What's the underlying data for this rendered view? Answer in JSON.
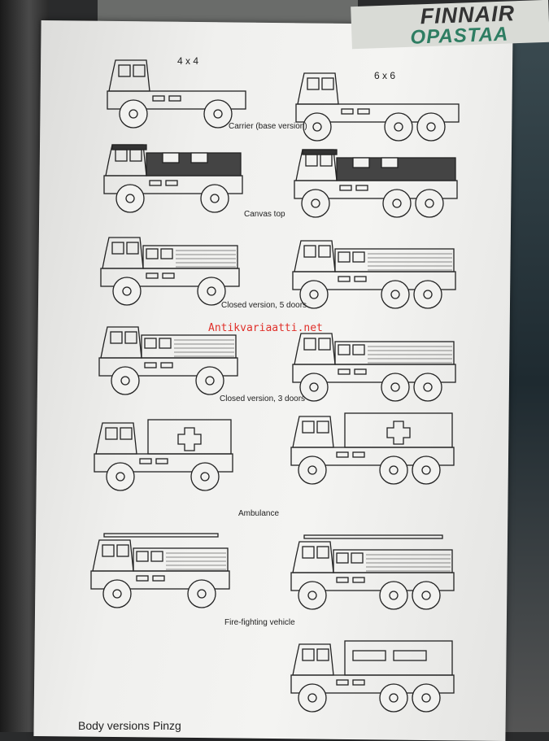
{
  "magazine": {
    "title": "FINNAIR",
    "subtitle": "OPASTAA"
  },
  "headers": {
    "four": "4 x 4",
    "six": "6 x 6"
  },
  "rows": [
    {
      "caption": "Carrier (base version)",
      "type": "carrier"
    },
    {
      "caption": "Canvas top",
      "type": "canvas"
    },
    {
      "caption": "Closed version, 5 doors",
      "type": "closed"
    },
    {
      "caption": "Closed version, 3 doors",
      "type": "closed"
    },
    {
      "caption": "Ambulance",
      "type": "ambulance"
    },
    {
      "caption": "Fire-fighting vehicle",
      "type": "fire"
    }
  ],
  "watermark": "Antikvariaatti.net",
  "footer": "Body versions Pinzg"
}
